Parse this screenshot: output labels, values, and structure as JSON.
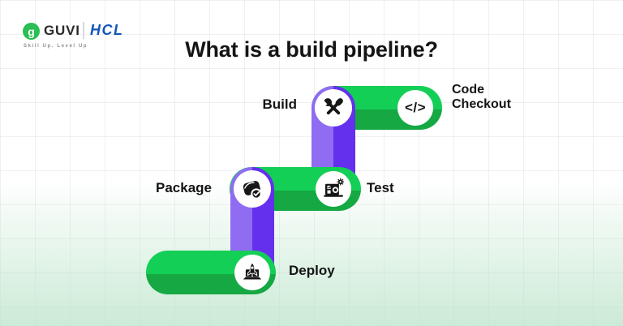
{
  "header": {
    "logo": {
      "glyph": "g",
      "brand": "GUVI",
      "tagline": "Skill Up. Level Up",
      "partner": "HCL"
    }
  },
  "title": "What is a build pipeline?",
  "pipeline": {
    "stages": [
      {
        "id": "code-checkout",
        "label_lines": [
          "Code",
          "Checkout"
        ],
        "icon": "code-brackets-icon",
        "glyph": "</>"
      },
      {
        "id": "build",
        "label_lines": [
          "Build"
        ],
        "icon": "crossed-tools-icon"
      },
      {
        "id": "test",
        "label_lines": [
          "Test"
        ],
        "icon": "test-machine-icon"
      },
      {
        "id": "package",
        "label_lines": [
          "Package"
        ],
        "icon": "package-box-icon"
      },
      {
        "id": "deploy",
        "label_lines": [
          "Deploy"
        ],
        "icon": "rocket-laptop-icon"
      }
    ]
  },
  "colors": {
    "pill_green_top": "#14CF56",
    "pill_green_bottom": "#15A843",
    "connector_purple_light": "#8F6CF2",
    "connector_purple_dark": "#6430EE",
    "guvi_green": "#2BBE55",
    "hcl_blue": "#1156BC",
    "text_dark": "#141414",
    "background_tint": "#D5EFDD"
  }
}
